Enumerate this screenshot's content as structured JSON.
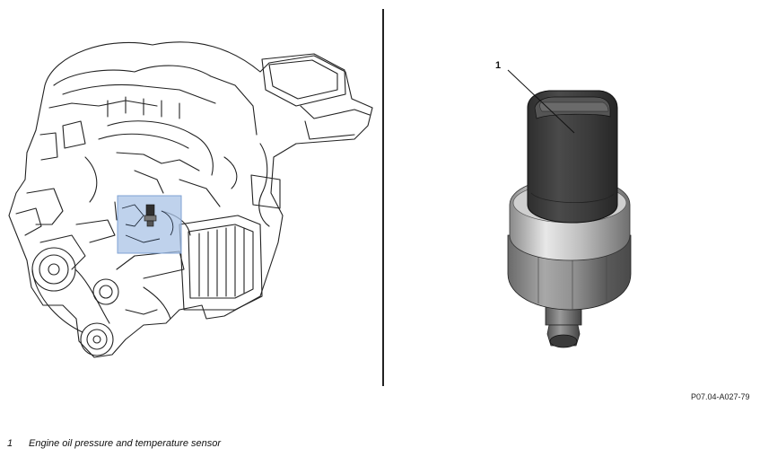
{
  "callout": {
    "number": "1"
  },
  "reference_code": "P07.04-A027-79",
  "legend": [
    {
      "number": "1",
      "text": "Engine oil pressure and temperature sensor"
    }
  ],
  "colors": {
    "highlight_fill": "#a9c3e6",
    "highlight_stroke": "#7fa2d3",
    "divider": "#222222",
    "sensor_body": "#595959",
    "sensor_plug": "#3b3b3b"
  },
  "icons": [
    "engine-drawing",
    "sensor-drawing"
  ]
}
